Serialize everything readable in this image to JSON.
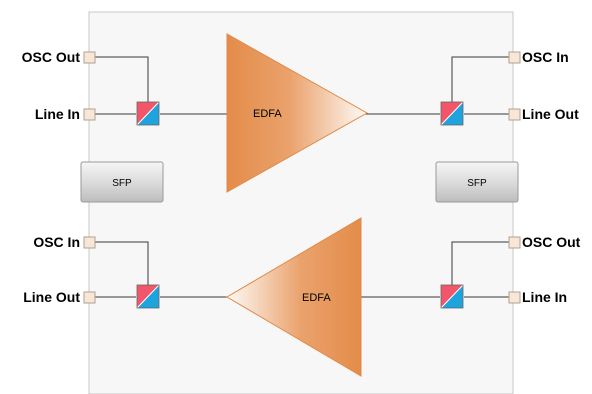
{
  "diagram": {
    "left_ports": {
      "top_osc": "OSC Out",
      "top_line": "Line In",
      "bottom_osc": "OSC In",
      "bottom_line": "Line Out"
    },
    "right_ports": {
      "top_osc": "OSC In",
      "top_line": "Line Out",
      "bottom_osc": "OSC Out",
      "bottom_line": "Line In"
    },
    "amplifiers": {
      "top": "EDFA",
      "bottom": "EDFA"
    },
    "sfp": {
      "left": "SFP",
      "right": "SFP"
    }
  },
  "colors": {
    "edfa": "#e69455",
    "filter_red": "#f2566b",
    "filter_blue": "#1fa3dd",
    "panel_border": "#c8c8c8"
  }
}
